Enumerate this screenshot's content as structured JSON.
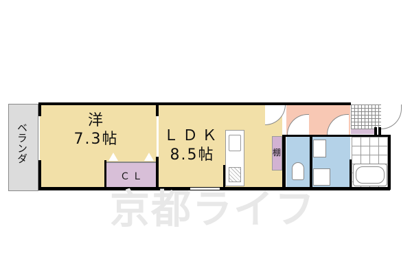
{
  "floor_plan": {
    "rooms": [
      {
        "id": "balcony",
        "label": "ベランダ"
      },
      {
        "id": "western_room",
        "label_top": "洋",
        "label_area": "7.3帖"
      },
      {
        "id": "closet",
        "label": "ＣＬ"
      },
      {
        "id": "ldk",
        "label_top": "ＬＤＫ",
        "label_area": "8.5帖"
      },
      {
        "id": "shelf",
        "label": "棚"
      },
      {
        "id": "entrance"
      },
      {
        "id": "toilet"
      },
      {
        "id": "washroom"
      },
      {
        "id": "bathroom"
      },
      {
        "id": "shoe_closet"
      }
    ],
    "colors": {
      "western_room": "#f2e0a8",
      "ldk": "#f2e0a8",
      "closet": "#d8bfd8",
      "shelf": "#d2b2d2",
      "balcony": "#dcdcdc",
      "entrance": "#f8c8b4",
      "toilet": "#b4d2e8",
      "washroom": "#b4d2e8",
      "bathroom": "#ffffff",
      "wall": "#000000"
    }
  },
  "watermark": {
    "text": "京都ライフ"
  }
}
